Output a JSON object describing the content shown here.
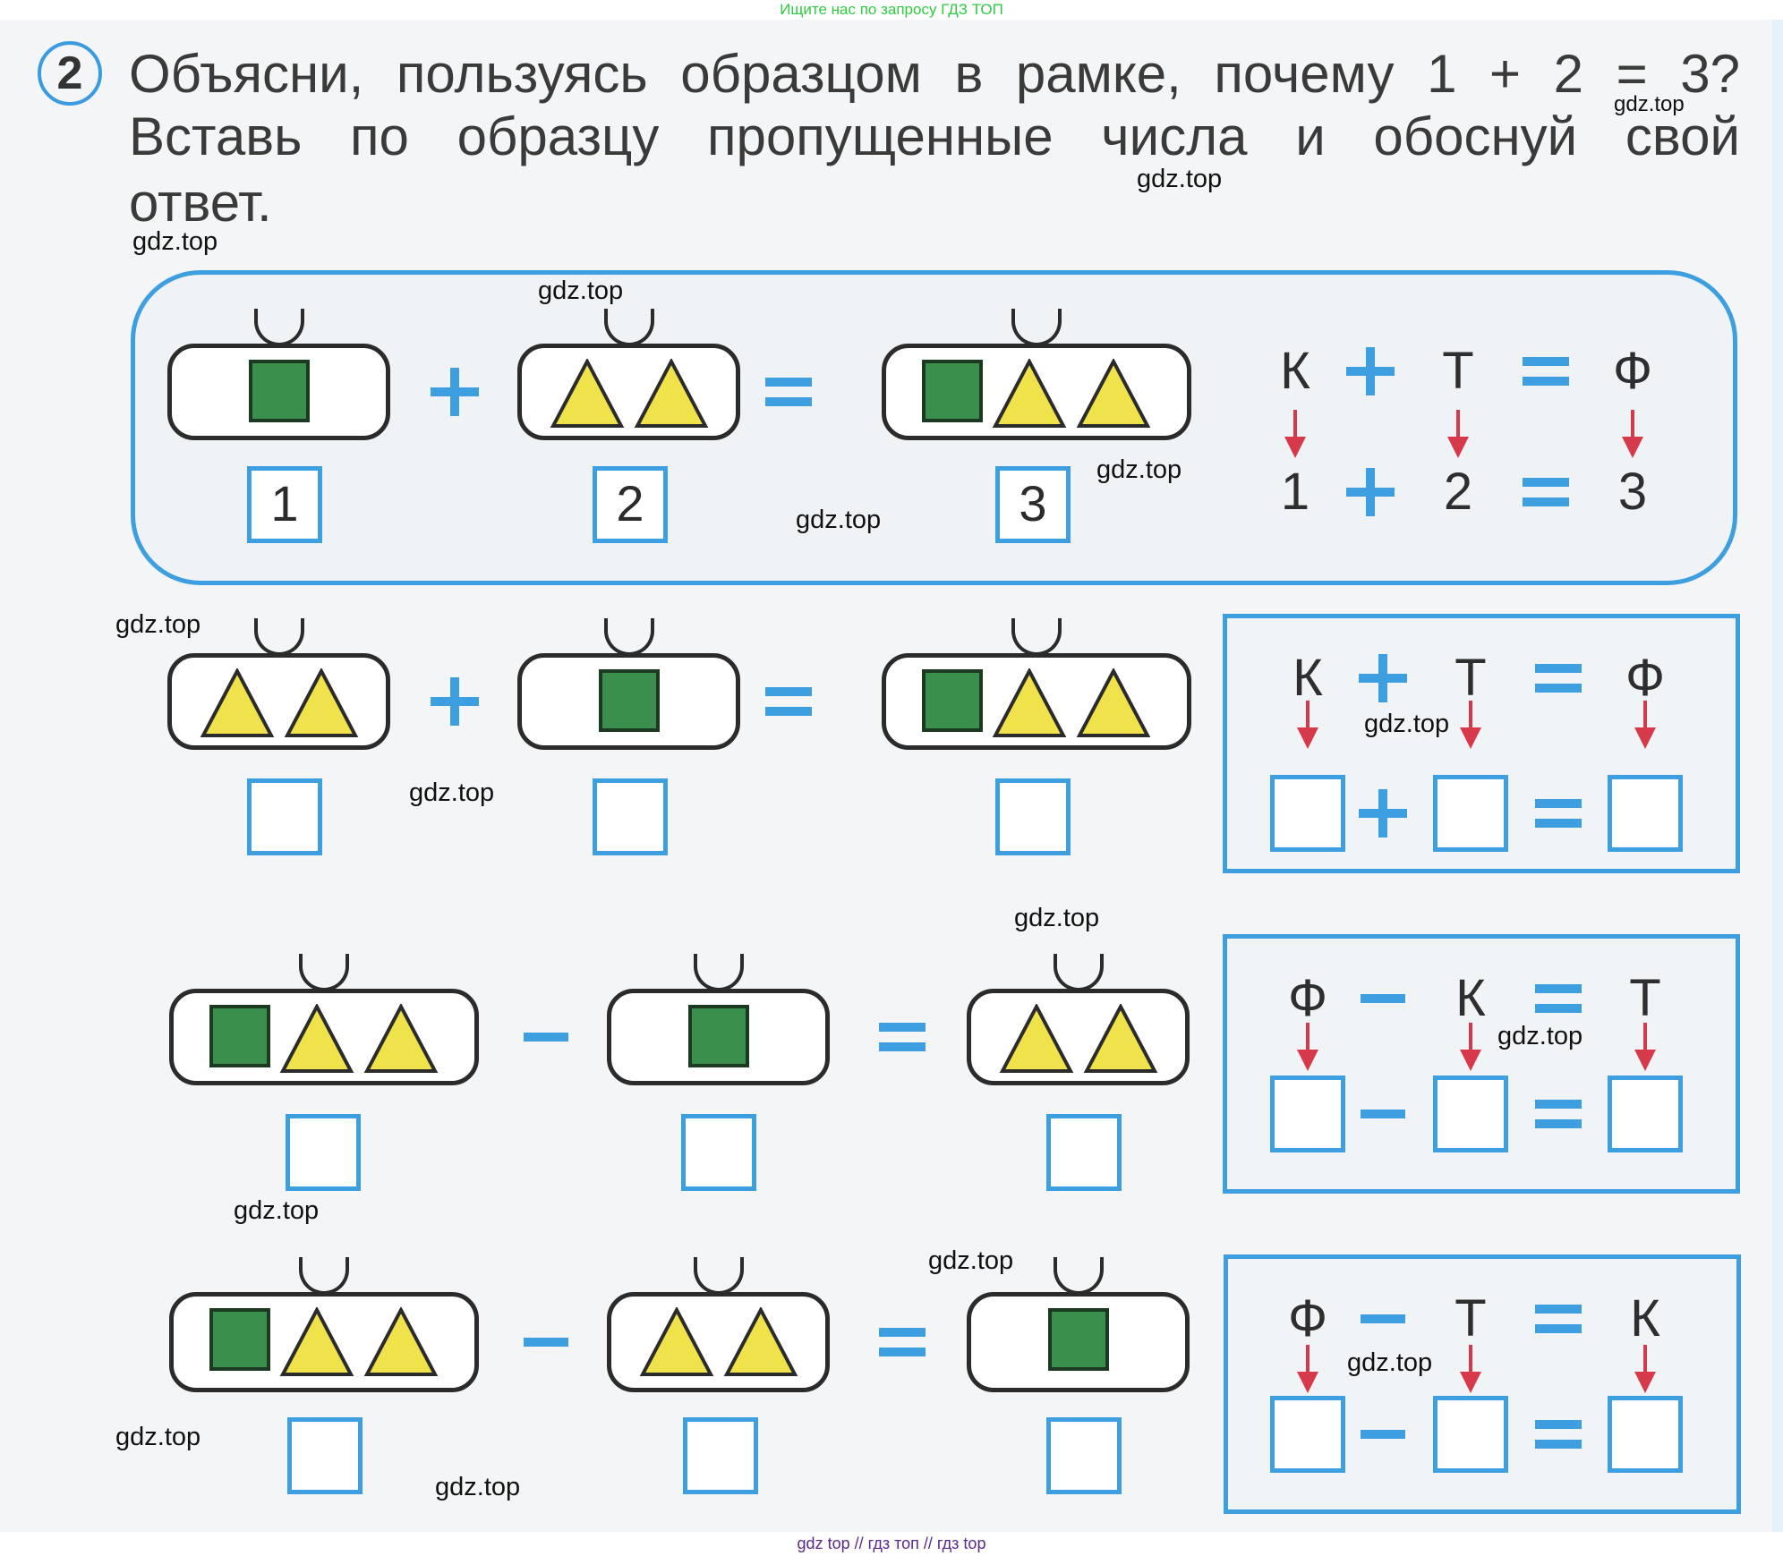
{
  "banners": {
    "top": "Ищите нас по запросу ГДЗ ТОП",
    "bottom": "gdz top  //  гдз топ  //  гдз top"
  },
  "task": {
    "number": "2",
    "lines": [
      "Объясни, пользуясь образцом в рамке, почему 1 + 2 = 3?",
      "Вставь по образцу пропущенные числа и обоснуй свой",
      "ответ."
    ]
  },
  "colors": {
    "accent_blue": "#3d9ee0",
    "square_green": "#3b8f4c",
    "triangle_yellow": "#efe24a",
    "arrow_red": "#d63a4a",
    "banner_green": "#2ecc40",
    "banner_purple": "#5b2a8c"
  },
  "watermark": "gdz.top",
  "sample": {
    "bags": [
      {
        "shapes": [
          "square"
        ]
      },
      {
        "shapes": [
          "triangle",
          "triangle"
        ]
      },
      {
        "shapes": [
          "square",
          "triangle",
          "triangle"
        ]
      }
    ],
    "operators": [
      "+",
      "="
    ],
    "answers": [
      "1",
      "2",
      "3"
    ],
    "formula": {
      "letters": [
        "К",
        "+",
        "Т",
        "=",
        "Ф"
      ],
      "values": [
        "1",
        "+",
        "2",
        "=",
        "3"
      ]
    }
  },
  "exercises": [
    {
      "bags": [
        {
          "shapes": [
            "triangle",
            "triangle"
          ]
        },
        {
          "shapes": [
            "square"
          ]
        },
        {
          "shapes": [
            "square",
            "triangle",
            "triangle"
          ]
        }
      ],
      "operators": [
        "+",
        "="
      ],
      "answers": [
        "",
        "",
        ""
      ],
      "formula": {
        "letters": [
          "К",
          "+",
          "Т",
          "=",
          "Ф"
        ],
        "values": [
          "",
          "+",
          "",
          "=",
          ""
        ]
      }
    },
    {
      "bags": [
        {
          "shapes": [
            "square",
            "triangle",
            "triangle"
          ]
        },
        {
          "shapes": [
            "square"
          ]
        },
        {
          "shapes": [
            "triangle",
            "triangle"
          ]
        }
      ],
      "operators": [
        "−",
        "="
      ],
      "answers": [
        "",
        "",
        ""
      ],
      "formula": {
        "letters": [
          "Ф",
          "−",
          "К",
          "=",
          "Т"
        ],
        "values": [
          "",
          "−",
          "",
          "=",
          ""
        ]
      }
    },
    {
      "bags": [
        {
          "shapes": [
            "square",
            "triangle",
            "triangle"
          ]
        },
        {
          "shapes": [
            "triangle",
            "triangle"
          ]
        },
        {
          "shapes": [
            "square"
          ]
        }
      ],
      "operators": [
        "−",
        "="
      ],
      "answers": [
        "",
        "",
        ""
      ],
      "formula": {
        "letters": [
          "Ф",
          "−",
          "Т",
          "=",
          "К"
        ],
        "values": [
          "",
          "−",
          "",
          "=",
          ""
        ]
      }
    }
  ]
}
